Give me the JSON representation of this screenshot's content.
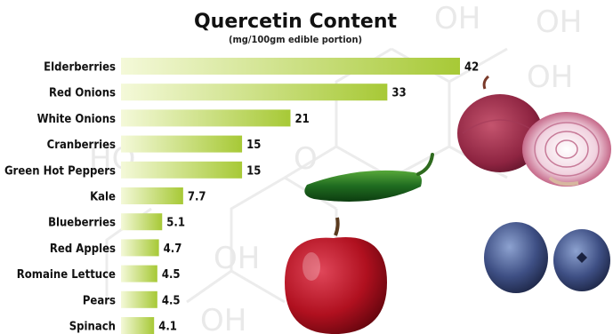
{
  "chart_data": {
    "type": "bar",
    "orientation": "horizontal",
    "title": "Quercetin Content",
    "subtitle": "(mg/100gm edible portion)",
    "categories": [
      "Elderberries",
      "Red Onions",
      "White Onions",
      "Cranberries",
      "Green Hot Peppers",
      "Kale",
      "Blueberries",
      "Red Apples",
      "Romaine Lettuce",
      "Pears",
      "Spinach"
    ],
    "values": [
      42,
      33,
      21,
      15,
      15,
      7.7,
      5.1,
      4.7,
      4.5,
      4.5,
      4.1
    ],
    "value_labels": [
      "42",
      "33",
      "21",
      "15",
      "15",
      "7.7",
      "5.1",
      "4.7",
      "4.5",
      "4.5",
      "4.1"
    ],
    "xlim": [
      0,
      42
    ],
    "grid": false,
    "legend": "none",
    "colors": {
      "bar_dark": "#a7c936",
      "bar_light": "#f4f9d9"
    }
  },
  "background": {
    "watermark_texts": [
      "OH",
      "OH",
      "OH",
      "OH",
      "O",
      "HO",
      "OH"
    ]
  }
}
